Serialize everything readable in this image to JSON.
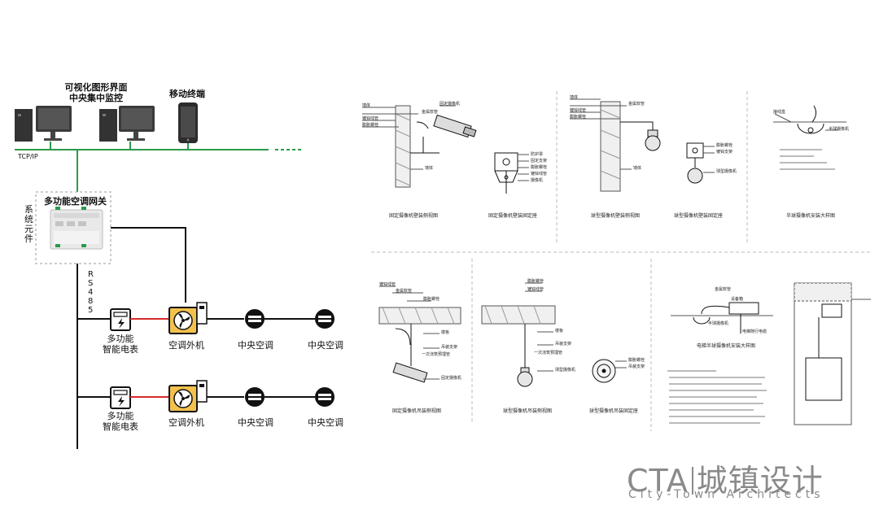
{
  "system": {
    "monitor_label_1": "可视化图形界面",
    "monitor_label_2": "中央集中监控",
    "mobile_label": "移动终端",
    "network_label": "TCP/IP",
    "gateway_title": "多功能空调网关",
    "system_element_label": "系统元件",
    "bus_label": "RS485",
    "rows": [
      {
        "meter": "多功能智能电表",
        "meter_line1": "多功能",
        "meter_line2": "智能电表",
        "outdoor": "空调外机",
        "units": [
          "中央空调",
          "中央空调"
        ]
      },
      {
        "meter": "多功能智能电表",
        "meter_line1": "多功能",
        "meter_line2": "智能电表",
        "outdoor": "空调外机",
        "units": [
          "中央空调",
          "中央空调"
        ]
      }
    ]
  },
  "drawings": {
    "captions": [
      "固定摄像机壁装侧视图",
      "固定摄像机壁装固定座",
      "球型摄像机壁装侧视图",
      "球型摄像机壁装固定座",
      "半球摄像机安装大样图",
      "固定摄像机吊装侧视图",
      "球型摄像机吊装侧视图",
      "球型摄像机吊装固定座",
      "电梯半球摄像机安装大样图"
    ],
    "callouts_a": [
      "墙体",
      "金属软管",
      "固定摄像机",
      "镀锌线管",
      "膨胀螺栓",
      "墙体"
    ],
    "callouts_b": [
      "防护罩",
      "固定支架",
      "膨胀螺栓",
      "镀锌线管",
      "摄像机"
    ],
    "callouts_c": [
      "墙体",
      "金属软管",
      "镀锌线管",
      "膨胀螺栓",
      "墙体"
    ],
    "callouts_d": [
      "膨胀螺栓",
      "镀锌支架",
      "球型摄像机"
    ],
    "callouts_e": [
      "接线盒",
      "半球摄像机"
    ],
    "callouts_f": [
      "镀锌线管",
      "金属软管",
      "膨胀螺栓",
      "楼板",
      "吊装支架",
      "一次浇筑预埋管",
      "固定摄像机"
    ],
    "callouts_g": [
      "膨胀螺栓",
      "镀锌线管",
      "楼板",
      "吊装支架",
      "一次浇筑预埋管",
      "球型摄像机"
    ],
    "callouts_h": [
      "膨胀螺栓",
      "吊装支架"
    ],
    "callouts_i": [
      "金属软管",
      "设备箱",
      "电梯随行电缆",
      "半球摄像机"
    ]
  },
  "brand": {
    "name_en": "CTA",
    "name_cn": "城镇设计",
    "tagline": "City-Town Architects"
  },
  "colors": {
    "network_green": "#2a9b4a",
    "meter_link_red": "#d62a2a",
    "outdoor_unit_yellow": "#f2c14e",
    "line_black": "#111111",
    "dashed_grey": "#bbbbbb"
  }
}
